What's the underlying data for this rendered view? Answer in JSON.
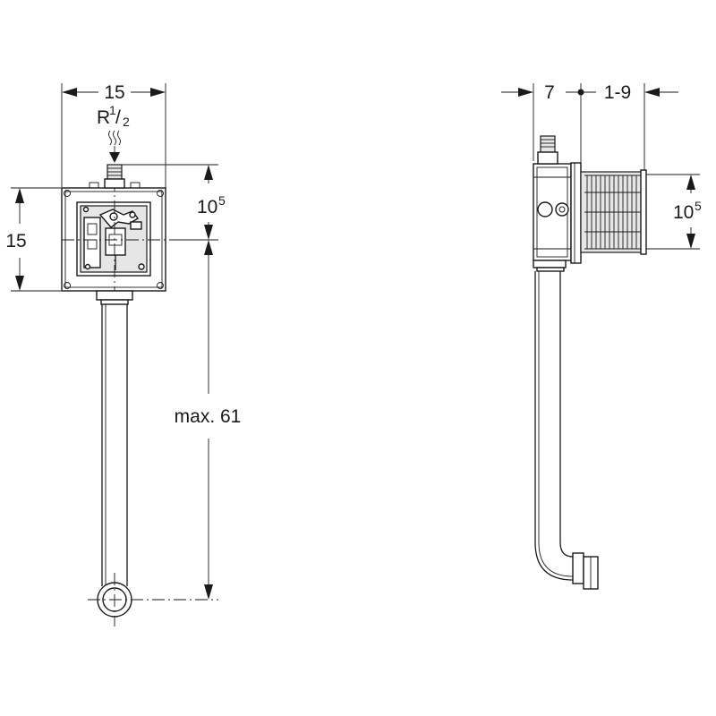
{
  "front_view": {
    "width_label": "15",
    "thread_label_main": "R",
    "thread_label_num": "1",
    "thread_label_slash": "/",
    "thread_label_den": "2",
    "height_label": "15",
    "offset_label_main": "10",
    "offset_label_sup": "5",
    "length_label": "max. 61"
  },
  "side_view": {
    "depth_label": "7",
    "adjust_label": "1-9",
    "offset_label_main": "10",
    "offset_label_sup": "5"
  },
  "colors": {
    "line": "#1a1a1a",
    "background": "#ffffff",
    "part_fill": "#e6e6e6"
  }
}
